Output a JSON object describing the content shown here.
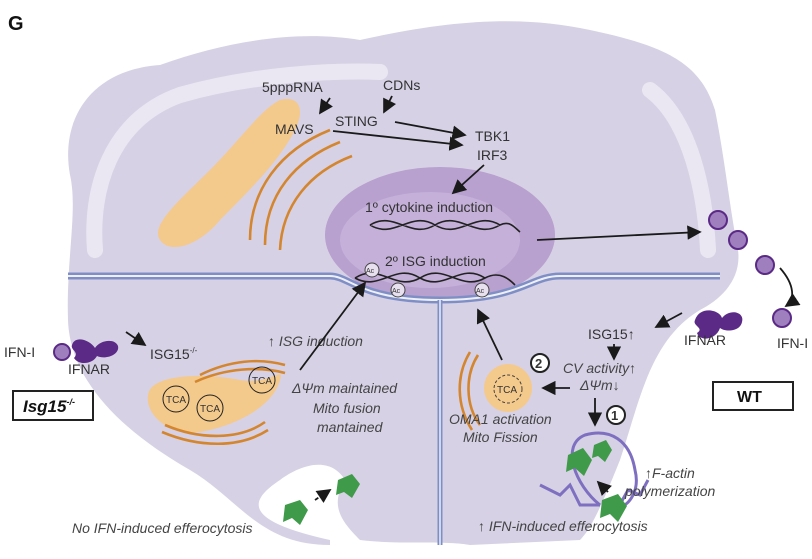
{
  "panel_label": "G",
  "colors": {
    "cytoplasm": "#d7d1e5",
    "nucleus": "#b8a0cf",
    "membrane": "#7f8fc6",
    "mito": "#f4c98c",
    "er": "#d4862f",
    "receptor": "#5b2a86",
    "ligand": "#a07fbf",
    "apoptotic_cell": "#3f9a4a"
  },
  "top": {
    "rna": "5pppRNA",
    "cdns": "CDNs",
    "mavs": "MAVS",
    "sting": "STING",
    "tbk1": "TBK1",
    "irf3": "IRF3",
    "primary": "1º cytokine induction",
    "secondary": "2º ISG induction",
    "ac": "Ac"
  },
  "left": {
    "isg_induction": "↑ ISG induction",
    "ifn": "IFN-I",
    "ifnar": "IFNAR",
    "isg15": "ISG15",
    "isg15_sup": "-/-",
    "genotype": "Isg15",
    "genotype_sup": "-/-",
    "tca": "TCA",
    "note1": "ΔΨm maintained",
    "note2": "Mito fusion",
    "note3": "mantained",
    "efferocytosis": "No IFN-induced efferocytosis"
  },
  "right": {
    "ifn": "IFN-I",
    "ifnar": "IFNAR",
    "isg15": "ISG15↑",
    "cv": "CV activity↑",
    "dpsi": "ΔΨm↓",
    "step1": "1",
    "step2": "2",
    "tca": "TCA",
    "oma1": "OMA1 activation",
    "fission": "Mito Fission",
    "factin1": "↑F-actin",
    "factin2": "polymerization",
    "efferocytosis": "↑ IFN-induced efferocytosis",
    "genotype": "WT"
  }
}
